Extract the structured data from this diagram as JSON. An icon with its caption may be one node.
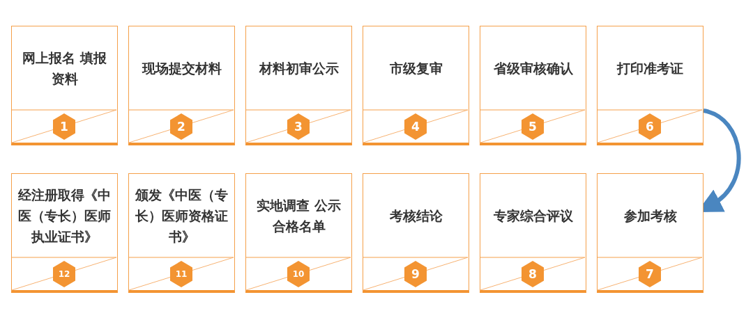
{
  "diagram": {
    "nodes": [
      {
        "text": [
          "网上报名 填报资料"
        ]
      },
      {
        "text": [
          "1"
        ],
        "in": 0
      },
      {
        "text": [
          "现场提交材料"
        ]
      },
      {
        "text": [
          "2"
        ],
        "in": 2
      },
      {
        "text": [
          "材料初审公示"
        ]
      },
      {
        "text": [
          "3"
        ],
        "in": 4
      },
      {
        "text": [
          "市级复审"
        ]
      },
      {
        "text": [
          "4"
        ],
        "in": 6
      },
      {
        "text": [
          "省级审核确认"
        ]
      },
      {
        "text": [
          "5"
        ],
        "in": 8
      },
      {
        "text": [
          "打印准考证"
        ]
      },
      {
        "text": [
          "6"
        ],
        "in": 10
      },
      {
        "text": [
          "经注册取得《中医（专长）医师执业证书》"
        ]
      },
      {
        "text": [
          "12"
        ],
        "in": 12
      },
      {
        "text": [
          "颁发《中医（专长）医师资格证书》"
        ]
      },
      {
        "text": [
          "11"
        ],
        "in": 14
      },
      {
        "text": [
          "实地调查 公示合格名单"
        ]
      },
      {
        "text": [
          "10"
        ],
        "in": 16
      },
      {
        "text": [
          "考核结论"
        ]
      },
      {
        "text": [
          "9"
        ],
        "in": 18
      },
      {
        "text": [
          "专家综合评议"
        ]
      },
      {
        "text": [
          "8"
        ],
        "in": 20
      },
      {
        "text": [
          "参加考核"
        ]
      },
      {
        "text": [
          "7"
        ],
        "in": 22
      }
    ],
    "edges": [
      {
        "from": 10,
        "to": 22,
        "arrow": "to",
        "color": "#4a86c0"
      }
    ]
  }
}
